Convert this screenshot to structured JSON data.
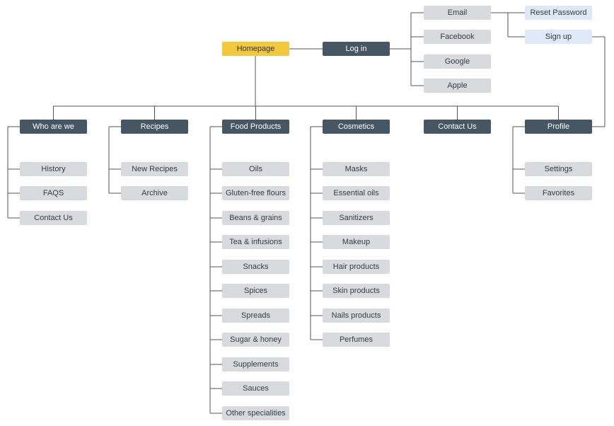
{
  "colors": {
    "root": "#f1c83e",
    "section": "#465663",
    "leaf": "#d8dadd",
    "auth_option": "#dde9f6",
    "connector": "#555555"
  },
  "root": {
    "label": "Homepage"
  },
  "login": {
    "label": "Log in",
    "methods": [
      {
        "label": "Email"
      },
      {
        "label": "Facebook"
      },
      {
        "label": "Google"
      },
      {
        "label": "Apple"
      }
    ],
    "email_options": [
      {
        "label": "Reset Password"
      },
      {
        "label": "Sign up"
      }
    ]
  },
  "sections": [
    {
      "label": "Who are we",
      "children": [
        {
          "label": "History"
        },
        {
          "label": "FAQS"
        },
        {
          "label": "Contact Us"
        }
      ]
    },
    {
      "label": "Recipes",
      "children": [
        {
          "label": "New Recipes"
        },
        {
          "label": "Archive"
        }
      ]
    },
    {
      "label": "Food Products",
      "children": [
        {
          "label": "Oils"
        },
        {
          "label": "Gluten-free flours"
        },
        {
          "label": "Beans & grains"
        },
        {
          "label": "Tea & infusions"
        },
        {
          "label": "Snacks"
        },
        {
          "label": "Spices"
        },
        {
          "label": "Spreads"
        },
        {
          "label": "Sugar & honey"
        },
        {
          "label": "Supplements"
        },
        {
          "label": "Sauces"
        },
        {
          "label": "Other specialities"
        }
      ]
    },
    {
      "label": "Cosmetics",
      "children": [
        {
          "label": "Masks"
        },
        {
          "label": "Essential oils"
        },
        {
          "label": "Sanitizers"
        },
        {
          "label": "Makeup"
        },
        {
          "label": "Hair products"
        },
        {
          "label": "Skin products"
        },
        {
          "label": "Nails products"
        },
        {
          "label": "Perfumes"
        }
      ]
    },
    {
      "label": "Contact Us",
      "children": []
    },
    {
      "label": "Profile",
      "children": [
        {
          "label": "Settings"
        },
        {
          "label": "Favorites"
        }
      ]
    }
  ]
}
